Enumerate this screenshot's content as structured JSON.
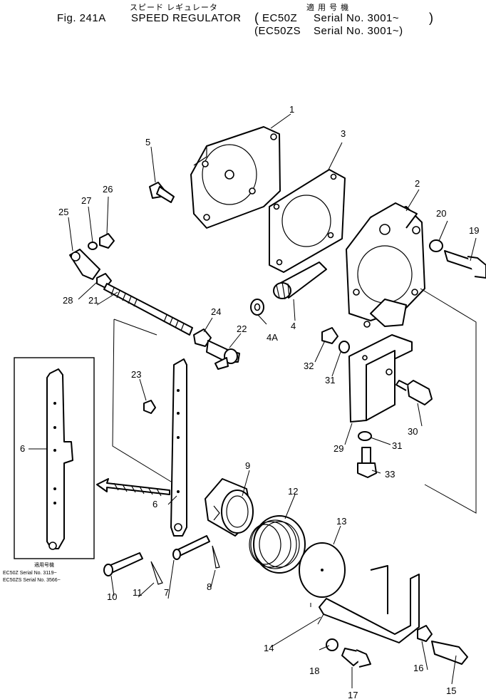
{
  "header": {
    "jp_title": "スピード レギュレータ",
    "jp_applicable": "適 用 号 機",
    "fig": "Fig. 241A",
    "title": "SPEED REGULATOR",
    "serial_1_prefix": "(",
    "serial_1_model": "EC50Z",
    "serial_1_text": "Serial No. 3001~",
    "serial_1_suffix": ")",
    "serial_2_model": "(EC50ZS",
    "serial_2_text": "Serial No. 3001~)"
  },
  "inset": {
    "jp_applicable": "適用号機",
    "line_1": "EC50Z   Serial  No.  3119~",
    "line_2": "EC50ZS  Serial  No.  3566~",
    "part_label": "6"
  },
  "callouts": [
    "1",
    "2",
    "3",
    "4",
    "4A",
    "5",
    "6",
    "7",
    "8",
    "9",
    "10",
    "11",
    "12",
    "13",
    "14",
    "15",
    "16",
    "17",
    "18",
    "19",
    "20",
    "21",
    "22",
    "23",
    "24",
    "25",
    "26",
    "27",
    "28",
    "29",
    "30",
    "31",
    "31",
    "32",
    "33"
  ]
}
